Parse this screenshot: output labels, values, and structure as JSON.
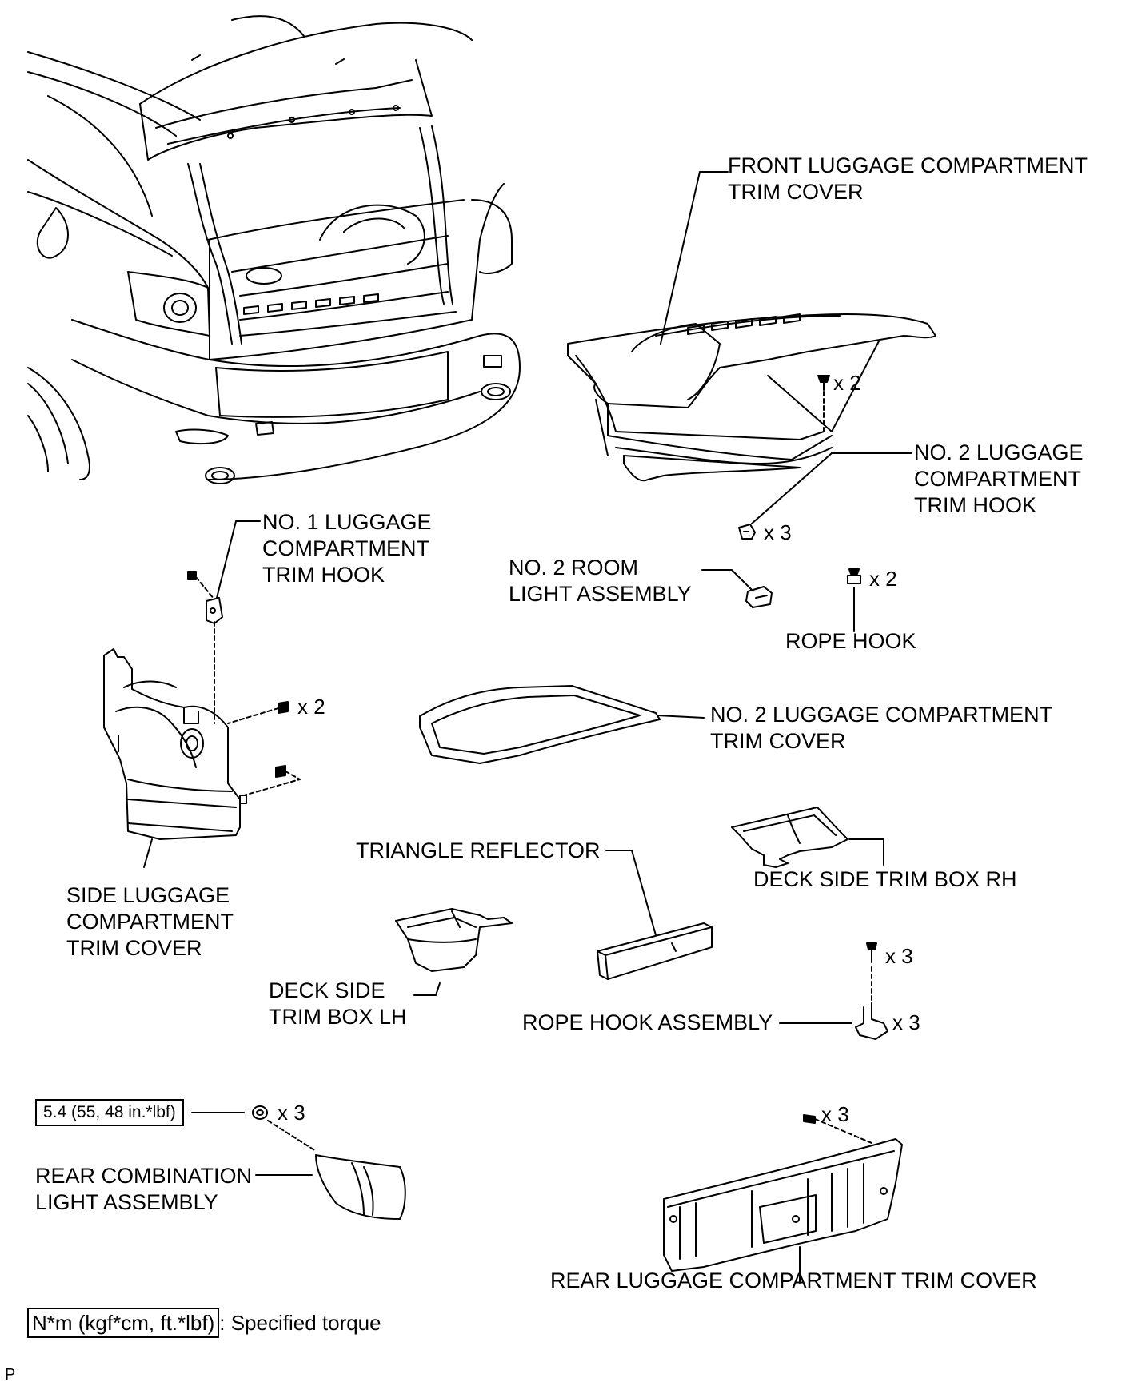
{
  "labels": {
    "front_trim_cover": [
      "FRONT LUGGAGE COMPARTMENT",
      "TRIM COVER"
    ],
    "no2_trim_hook": [
      "NO. 2 LUGGAGE",
      "COMPARTMENT",
      "TRIM HOOK"
    ],
    "no1_trim_hook": [
      "NO. 1 LUGGAGE",
      "COMPARTMENT",
      "TRIM HOOK"
    ],
    "no2_room_light": [
      "NO. 2 ROOM",
      "LIGHT ASSEMBLY"
    ],
    "rope_hook": "ROPE HOOK",
    "no2_trim_cover": [
      "NO. 2 LUGGAGE COMPARTMENT",
      "TRIM COVER"
    ],
    "triangle_reflector": "TRIANGLE REFLECTOR",
    "deck_box_rh": "DECK SIDE TRIM BOX RH",
    "side_trim_cover": [
      "SIDE LUGGAGE",
      "COMPARTMENT",
      "TRIM COVER"
    ],
    "deck_box_lh": [
      "DECK SIDE",
      "TRIM BOX LH"
    ],
    "rope_hook_assembly": "ROPE HOOK ASSEMBLY",
    "rear_combination_light": [
      "REAR COMBINATION",
      "LIGHT ASSEMBLY"
    ],
    "rear_trim_cover": "REAR LUGGAGE COMPARTMENT TRIM COVER"
  },
  "quantities": {
    "front_cover_clips": "x 2",
    "no2_hook": "x 3",
    "rope_hook": "x 2",
    "side_cover_clips": "x 2",
    "rope_hook_bolts": "x 3",
    "rope_hook_brackets": "x 3",
    "light_nuts": "x 3",
    "rear_cover_clips": "x 3"
  },
  "torque": {
    "value": "5.4 (55, 48 in.*lbf)",
    "legend_box": "N*m (kgf*cm, ft.*lbf)",
    "legend_text": ": Specified torque"
  },
  "figure_code": "P"
}
